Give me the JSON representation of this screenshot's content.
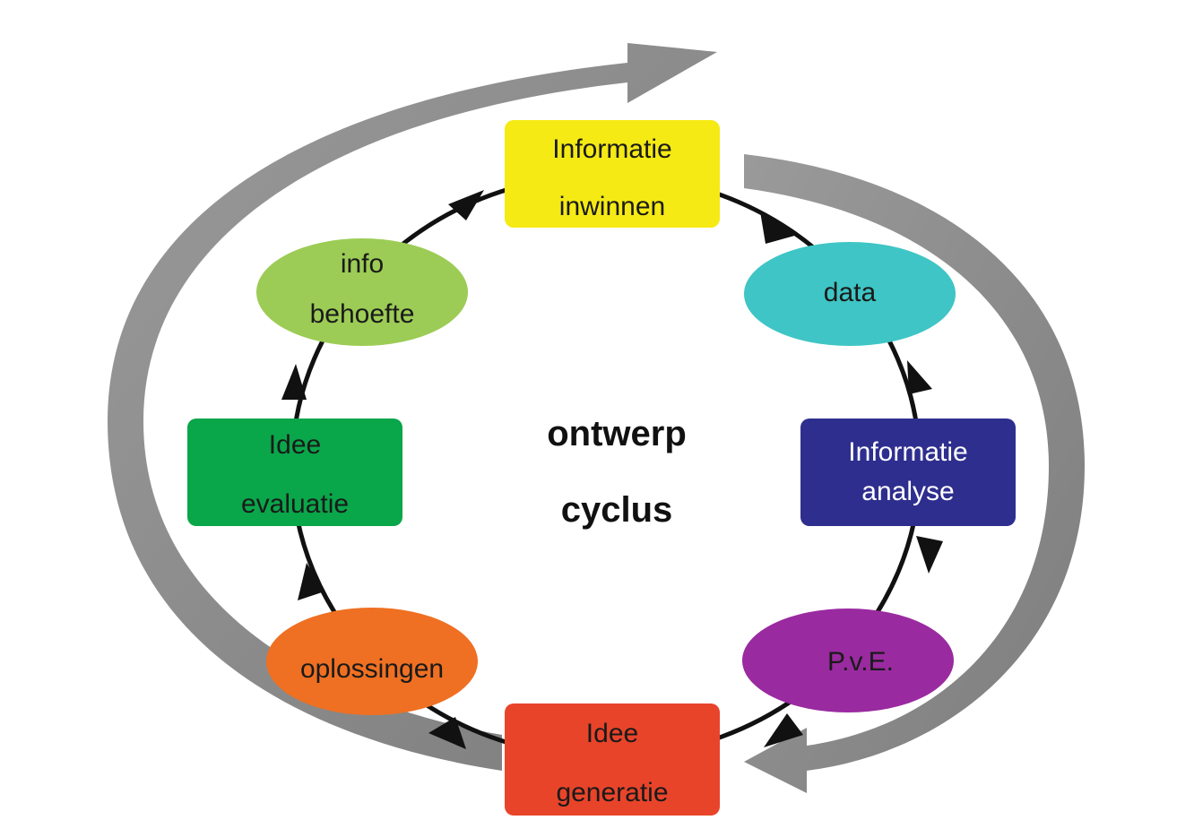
{
  "center": {
    "line1": "ontwerp",
    "line2": "cyclus"
  },
  "nodes": {
    "informatie_inwinnen": {
      "line1": "Informatie",
      "line2": "inwinnen",
      "color": "#f5ea14"
    },
    "data": {
      "line1": "data",
      "color": "#3fc5c5"
    },
    "informatie_analyse": {
      "line1": "Informatie",
      "line2": "analyse",
      "color": "#2e2e8f"
    },
    "pve": {
      "line1": "P.v.E.",
      "color": "#9a2aa0"
    },
    "idee_generatie": {
      "line1": "Idee",
      "line2": "generatie",
      "color": "#e8442a"
    },
    "oplossingen": {
      "line1": "oplossingen",
      "color": "#ef7022"
    },
    "idee_evaluatie": {
      "line1": "Idee",
      "line2": "evaluatie",
      "color": "#0aa64a"
    },
    "info_behoefte": {
      "line1": "info",
      "line2": "behoefte",
      "color": "#9ccc55"
    }
  },
  "colors": {
    "outer_arrow": "#8c8c8c",
    "cycle_line": "#111111"
  }
}
